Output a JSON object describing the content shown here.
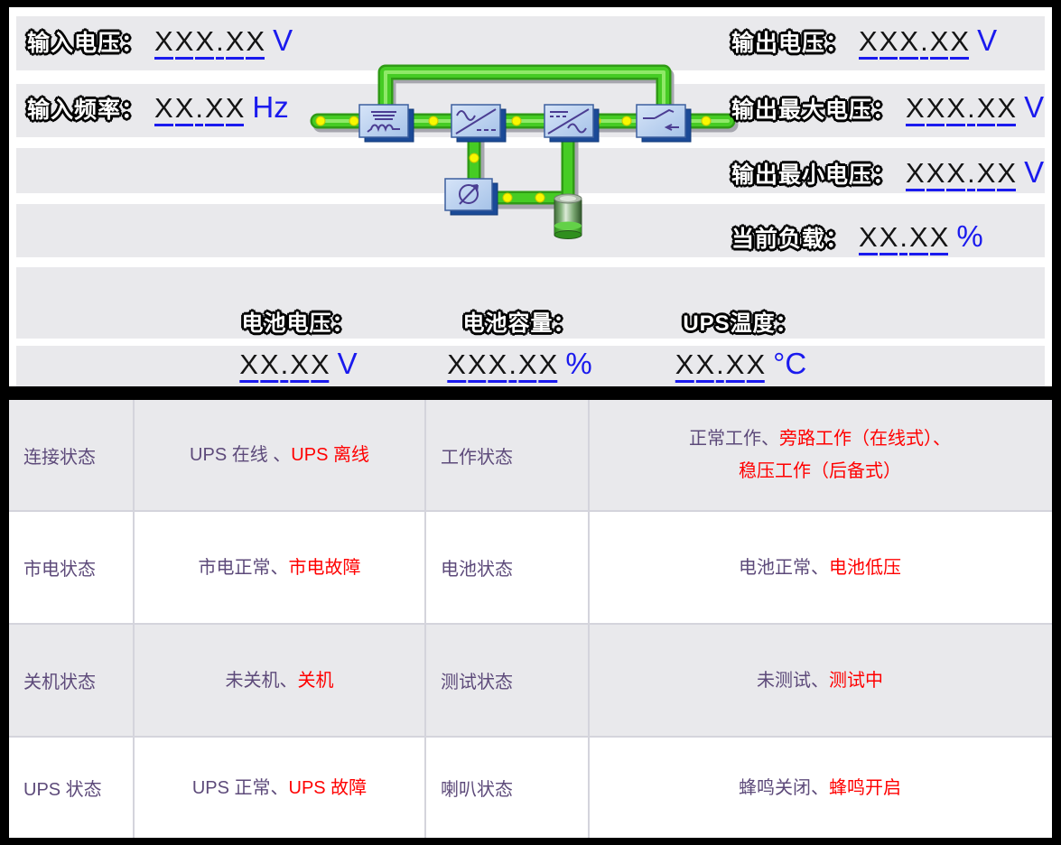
{
  "colors": {
    "accent_blue": "#1a1aee",
    "status_purple": "#5d4a7a",
    "status_red": "#ff0000",
    "stripe_gray": "#e9e9ec",
    "pipe_green": "#46cc24",
    "pipe_green_dark": "#2f9b15",
    "flow_dot_yellow": "#f8f800",
    "box_blue_face": "#bad2f0",
    "box_blue_side": "#1b4a97"
  },
  "top": {
    "left": [
      {
        "label": "输入电压：",
        "value": "XXX.XX",
        "unit": "V"
      },
      {
        "label": "输入频率：",
        "value": "XX.XX",
        "unit": "Hz"
      }
    ],
    "right": [
      {
        "label": "输出电压：",
        "value": "XXX.XX",
        "unit": "V"
      },
      {
        "label": "输出最大电压：",
        "value": "XXX.XX",
        "unit": "V"
      },
      {
        "label": "输出最小电压：",
        "value": "XXX.XX",
        "unit": "V"
      },
      {
        "label": "当前负载：",
        "value": "XX.XX",
        "unit": "%"
      }
    ],
    "battery": [
      {
        "label": "电池电压：",
        "value": "XX.XX",
        "unit": "V"
      },
      {
        "label": "电池容量：",
        "value": "XXX.XX",
        "unit": "%"
      },
      {
        "label": "UPS温度：",
        "value": "XX.XX",
        "unit": "°C"
      }
    ]
  },
  "diagram": {
    "components": [
      {
        "name": "input-filter"
      },
      {
        "name": "rectifier-ac-dc"
      },
      {
        "name": "inverter-dc-ac"
      },
      {
        "name": "output-switch"
      },
      {
        "name": "battery-charger"
      },
      {
        "name": "battery"
      }
    ]
  },
  "table": {
    "rows": [
      {
        "label1": "连接状态",
        "states1": [
          {
            "text": "UPS 在线 、",
            "tone": "normal"
          },
          {
            "text": "UPS 离线",
            "tone": "alert"
          }
        ],
        "label2": "工作状态",
        "states2": [
          {
            "text": "正常工作、",
            "tone": "normal"
          },
          {
            "text": "旁路工作（在线式）、",
            "tone": "alert"
          },
          {
            "text": "稳压工作（后备式）",
            "tone": "alert"
          }
        ]
      },
      {
        "label1": "市电状态",
        "states1": [
          {
            "text": "市电正常、",
            "tone": "normal"
          },
          {
            "text": "市电故障",
            "tone": "alert"
          }
        ],
        "label2": "电池状态",
        "states2": [
          {
            "text": "电池正常、",
            "tone": "normal"
          },
          {
            "text": "电池低压",
            "tone": "alert"
          }
        ]
      },
      {
        "label1": "关机状态",
        "states1": [
          {
            "text": "未关机、",
            "tone": "normal"
          },
          {
            "text": "关机",
            "tone": "alert"
          }
        ],
        "label2": "测试状态",
        "states2": [
          {
            "text": "未测试、",
            "tone": "normal"
          },
          {
            "text": "测试中",
            "tone": "alert"
          }
        ]
      },
      {
        "label1": "UPS 状态",
        "states1": [
          {
            "text": "UPS 正常、",
            "tone": "normal"
          },
          {
            "text": "UPS 故障",
            "tone": "alert"
          }
        ],
        "label2": "喇叭状态",
        "states2": [
          {
            "text": "蜂鸣关闭、",
            "tone": "normal"
          },
          {
            "text": "蜂鸣开启",
            "tone": "alert"
          }
        ]
      }
    ]
  }
}
